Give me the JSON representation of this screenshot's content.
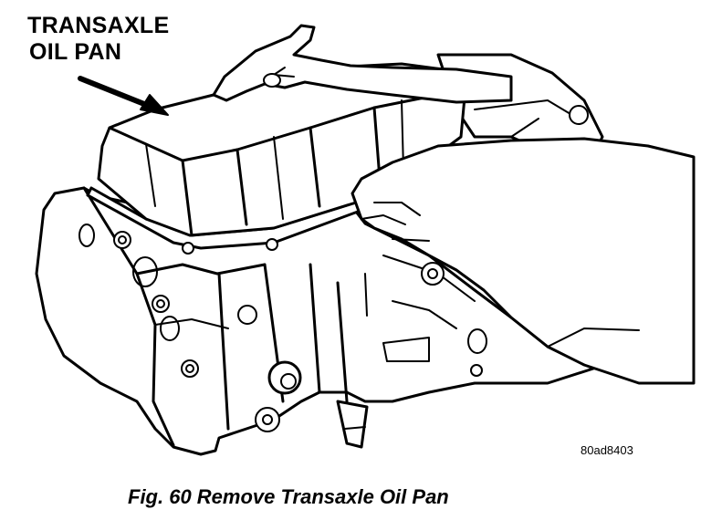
{
  "callout": {
    "line1": "TRANSAXLE",
    "line2": "OIL PAN"
  },
  "reference_code": "80ad8403",
  "caption": "Fig. 60 Remove Transaxle Oil Pan",
  "colors": {
    "ink": "#000000",
    "paper": "#ffffff"
  }
}
